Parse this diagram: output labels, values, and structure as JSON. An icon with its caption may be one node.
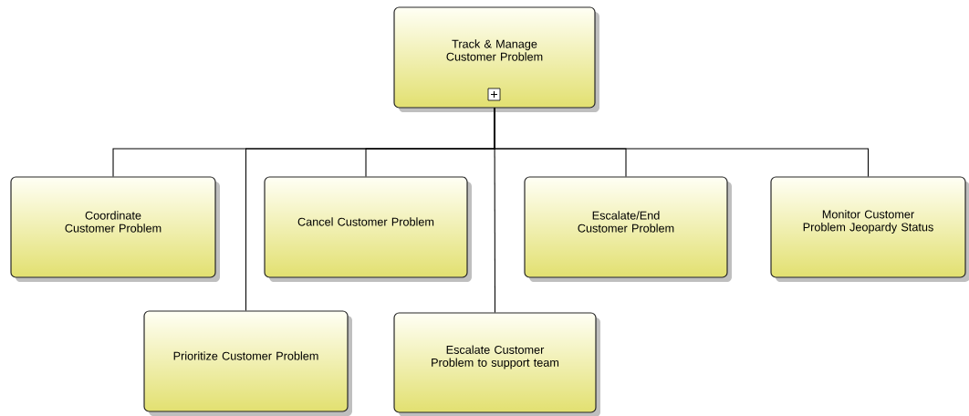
{
  "diagram": {
    "nodes": [
      {
        "text": [
          "Track & Manage Customer Problem"
        ]
      },
      {
        "text": [
          "Coordinate Customer Problem"
        ]
      },
      {
        "text": [
          "Cancel Customer Problem"
        ]
      },
      {
        "text": [
          "Escalate/End Customer Problem"
        ]
      },
      {
        "text": [
          "Monitor Customer Problem Jeopardy Status"
        ]
      },
      {
        "text": [
          "Prioritize Customer Problem"
        ]
      },
      {
        "text": [
          "Escalate Customer Problem to support team"
        ]
      }
    ],
    "edges": [
      {
        "from": 0,
        "to": 1,
        "arrow": "none"
      },
      {
        "from": 0,
        "to": 5,
        "arrow": "none"
      },
      {
        "from": 0,
        "to": 2,
        "arrow": "none"
      },
      {
        "from": 0,
        "to": 6,
        "arrow": "none"
      },
      {
        "from": 0,
        "to": 3,
        "arrow": "none"
      },
      {
        "from": 0,
        "to": 4,
        "arrow": "none"
      }
    ]
  }
}
